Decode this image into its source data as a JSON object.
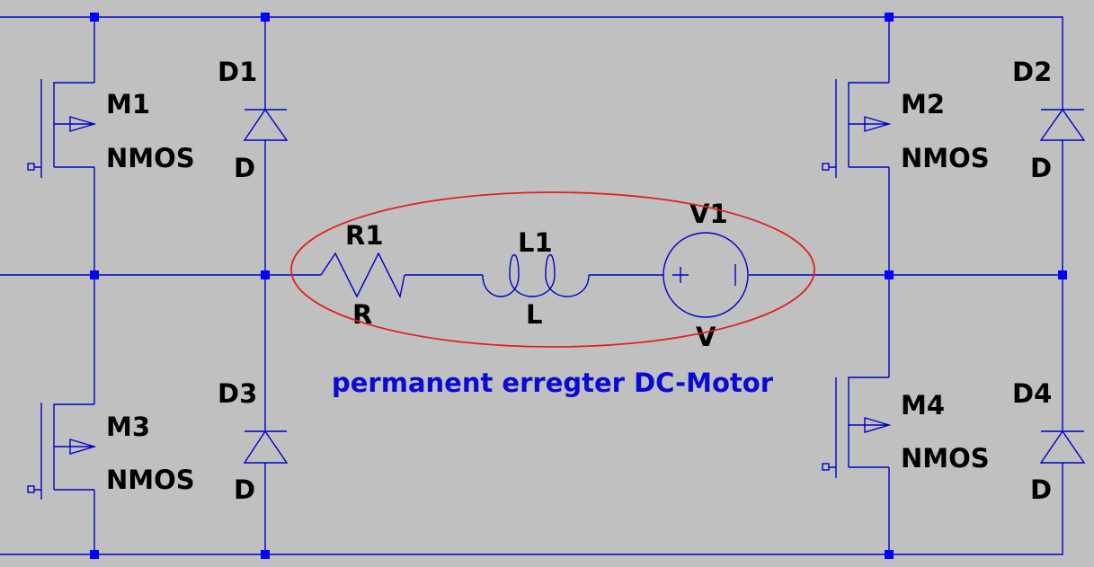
{
  "colors": {
    "background": "#c0c0c0",
    "wire": "#0000c8",
    "junction": "#0000ff",
    "label": "#000000",
    "annotation_text": "#0a0ad6",
    "highlight_ellipse": "#e02020"
  },
  "components": {
    "m1": {
      "name": "M1",
      "model": "NMOS"
    },
    "m2": {
      "name": "M2",
      "model": "NMOS"
    },
    "m3": {
      "name": "M3",
      "model": "NMOS"
    },
    "m4": {
      "name": "M4",
      "model": "NMOS"
    },
    "d1": {
      "name": "D1",
      "model": "D"
    },
    "d2": {
      "name": "D2",
      "model": "D"
    },
    "d3": {
      "name": "D3",
      "model": "D"
    },
    "d4": {
      "name": "D4",
      "model": "D"
    },
    "r1": {
      "name": "R1",
      "value": "R"
    },
    "l1": {
      "name": "L1",
      "value": "L"
    },
    "v1": {
      "name": "V1",
      "value": "V"
    }
  },
  "annotation": {
    "text": "permanent erregter DC-Motor"
  }
}
